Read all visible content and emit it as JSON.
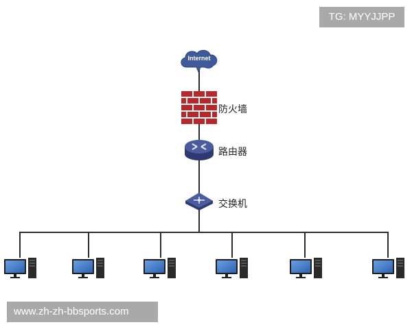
{
  "watermark_top": "TG: MYYJJPP",
  "watermark_bottom": "www.zh-zh-bbsports.com",
  "nodes": {
    "internet": {
      "label": "Internet",
      "icon": "cloud-icon"
    },
    "firewall": {
      "label": "防火墙",
      "icon": "brick-wall-icon"
    },
    "router": {
      "label": "路由器",
      "icon": "router-icon"
    },
    "switch": {
      "label": "交换机",
      "icon": "switch-icon"
    }
  },
  "computers": [
    {
      "icon": "desktop-computer-icon"
    },
    {
      "icon": "desktop-computer-icon"
    },
    {
      "icon": "desktop-computer-icon"
    },
    {
      "icon": "desktop-computer-icon"
    },
    {
      "icon": "desktop-computer-icon"
    },
    {
      "icon": "desktop-computer-icon"
    }
  ],
  "colors": {
    "cloud": "#3e5a9a",
    "brick": "#b8282a",
    "device": "#3c4f8c",
    "line": "#2b2b2b",
    "watermark_bg": "#a9a9a9"
  }
}
